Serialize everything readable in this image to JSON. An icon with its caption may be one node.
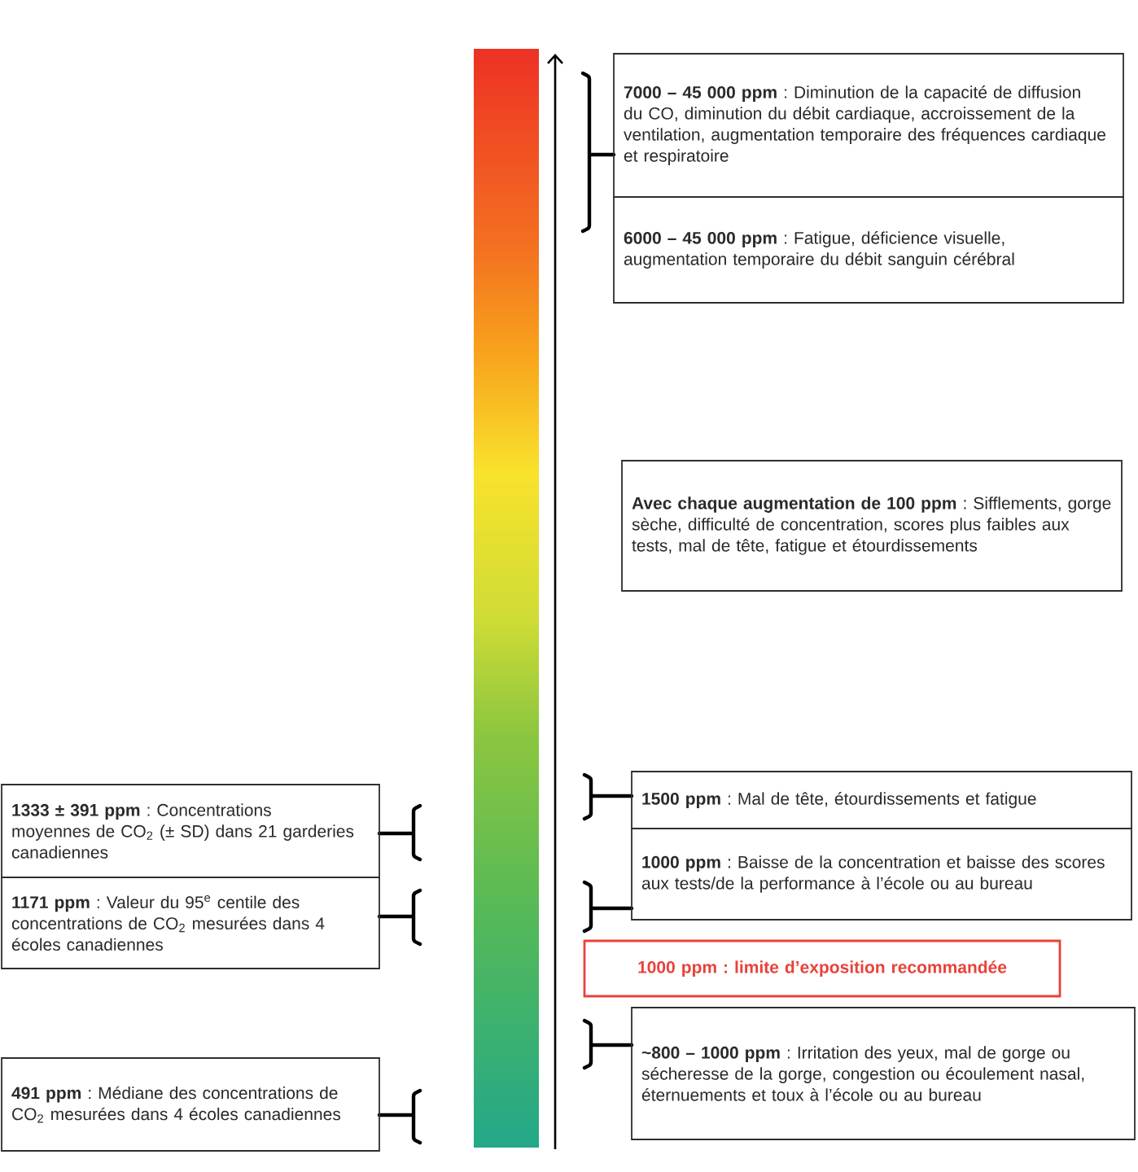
{
  "diagram": {
    "nodes": [
      {
        "text": [
          "**7000 – 45 000 ppm** : Diminution de la capacité de diffusion du CO, diminution du débit cardiaque, accroissement de la ventilation, augmentation temporaire des fréquences cardiaque et respiratoire"
        ]
      },
      {
        "text": [
          "**6000 – 45 000 ppm** : Fatigue, déficience visuelle, augmentation temporaire du débit sanguin cérébral"
        ]
      },
      {
        "text": [
          "**Avec chaque augmentation de 100 ppm** : Sifflements, gorge sèche, difficulté de concentration, scores plus faibles aux tests, mal de tête, fatigue et étourdissements"
        ]
      },
      {
        "text": [
          "**1500 ppm** : Mal de tête, étourdissements et fatigue"
        ]
      },
      {
        "text": [
          "**1000 ppm** : Baisse de la concentration et baisse des scores aux tests/de la performance à l’école ou au bureau"
        ]
      },
      {
        "text": [
          "1000 ppm : limite d’exposition recommandée"
        ]
      },
      {
        "text": [
          "**~800 – 1000 ppm** : Irritation des yeux, mal de gorge ou sécheresse de la gorge, congestion ou écoulement nasal, éternuements et toux à l’école ou au bureau"
        ]
      },
      {
        "text": [
          "**1333 ± 391 ppm** : Concentrations moyennes de CO$_{2}$ (± SD) dans 21 garderies canadiennes"
        ]
      },
      {
        "text": [
          "**1171 ppm** : Valeur du 95$^{e}$ centile des concentrations de CO$_{2}$ mesurées dans 4 écoles canadiennes"
        ]
      },
      {
        "text": [
          "**491 ppm** : Médiane des concentrations de CO$_{2}$ mesurées dans 4 écoles canadiennes"
        ]
      }
    ]
  }
}
